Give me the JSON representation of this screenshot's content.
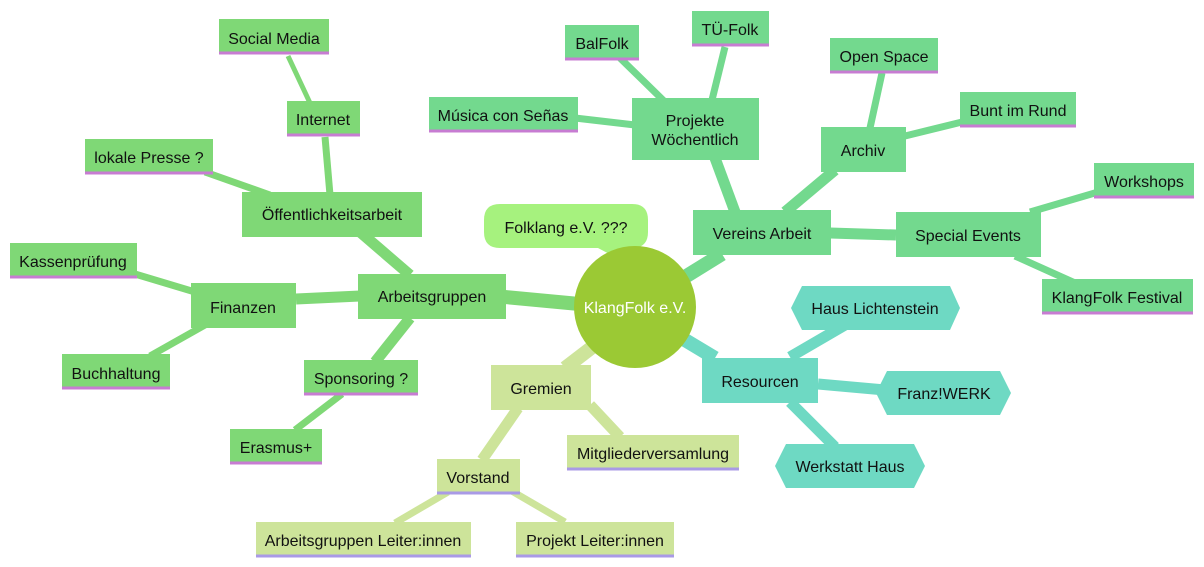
{
  "colors": {
    "center": "#9bc934",
    "callout": "#a6f27e",
    "green": "#7fd876",
    "mint": "#73d98e",
    "lime": "#cde49a",
    "teal": "#6ed9c3",
    "underline_purple": "#c77cd2",
    "underline_lavender": "#a99ae6"
  },
  "center": {
    "label": "KlangFolk e.V."
  },
  "callout": {
    "label": "Folklang e.V. ???"
  },
  "nodes": {
    "arbeitsgruppen": "Arbeitsgruppen",
    "oeffentlichkeitsarbeit": "Öffentlichkeitsarbeit",
    "internet": "Internet",
    "social_media": "Social Media",
    "lokale_presse": "lokale Presse ?",
    "finanzen": "Finanzen",
    "kassenpruefung": "Kassenprüfung",
    "buchhaltung": "Buchhaltung",
    "sponsoring": "Sponsoring ?",
    "erasmus": "Erasmus+",
    "vereins_arbeit": "Vereins Arbeit",
    "projekte_line1": "Projekte",
    "projekte_line2": "Wöchentlich",
    "balfolk": "BalFolk",
    "tue_folk": "TÜ-Folk",
    "musica": "Música con Señas",
    "archiv": "Archiv",
    "open_space": "Open Space",
    "bunt_im_rund": "Bunt im Rund",
    "special_events": "Special Events",
    "workshops": "Workshops",
    "klangfolk_festival": "KlangFolk Festival",
    "resourcen": "Resourcen",
    "haus_lichtenstein": "Haus Lichtenstein",
    "franz_werk": "Franz!WERK",
    "werkstatt_haus": "Werkstatt Haus",
    "gremien": "Gremien",
    "mitgliederversamlung": "Mitgliederversamlung",
    "vorstand": "Vorstand",
    "arbeitsgruppen_leiter": "Arbeitsgruppen Leiter:innen",
    "projekt_leiter": "Projekt Leiter:innen"
  }
}
